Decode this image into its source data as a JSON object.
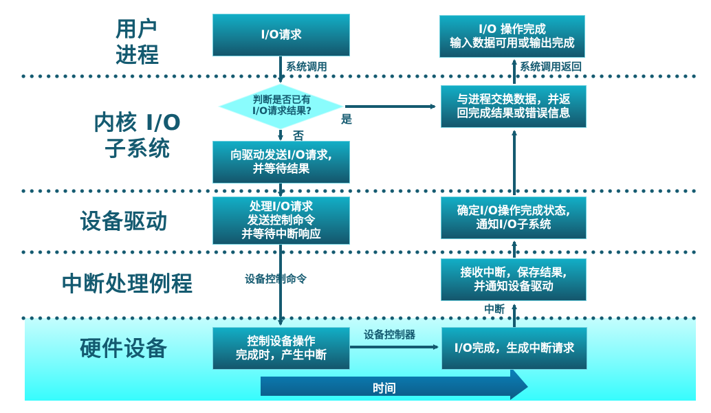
{
  "layers": [
    {
      "id": "user-process",
      "label": "用户\n进程"
    },
    {
      "id": "kernel-io-subsystem",
      "label": "内核 I/O\n子系统"
    },
    {
      "id": "device-driver",
      "label": "设备驱动"
    },
    {
      "id": "interrupt-handler",
      "label": "中断处理例程"
    },
    {
      "id": "hardware",
      "label": "硬件设备"
    }
  ],
  "nodes": {
    "io_request": "I/O请求",
    "decision": "判断是否已有\nI/O请求结果?",
    "send_to_driver": "向驱动发送I/O请求,\n并等待结果",
    "driver_process": "处理I/O请求\n发送控制命令\n并等待中断响应",
    "hw_control": "控制设备操作\n完成时，产生中断",
    "hw_complete": "I/O完成，生成中断请求",
    "interrupt_receive": "接收中断，保存结果,\n并通知设备驱动",
    "driver_confirm": "确定I/O操作完成状态,\n通知I/O子系统",
    "kernel_exchange": "与进程交换数据，并返\n回完成结果或错误信息",
    "io_done": "I/O 操作完成\n输入数据可用或输出完成"
  },
  "edge_labels": {
    "syscall": "系统调用",
    "yes": "是",
    "no": "否",
    "device_control_cmd": "设备控制命令",
    "device_controller": "设备控制器",
    "interrupt": "中断",
    "syscall_return": "系统调用返回"
  },
  "timeline": {
    "label": "时间"
  },
  "colors": {
    "primary": "#145a70",
    "box_top": "#12aec6",
    "box_bottom": "#14566c",
    "diamond": "#7ffbfd",
    "hardware_band": "#36fcfd"
  }
}
